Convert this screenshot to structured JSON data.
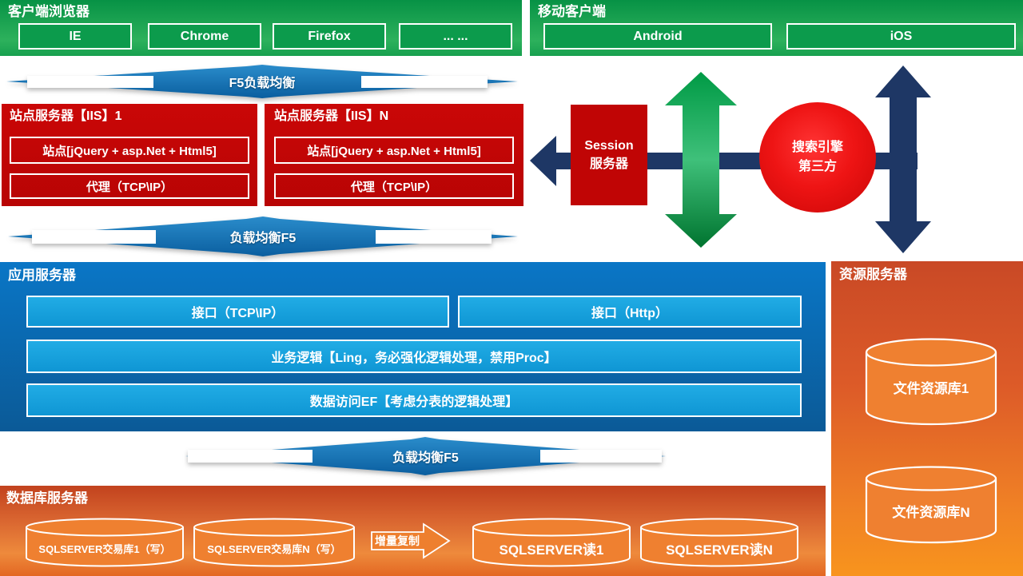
{
  "colors": {
    "green_panel": "#0c9b4c",
    "red_box": "#c00505",
    "blue_lb_arrow": "#1273b8",
    "navy_arrow": "#1e3765",
    "green_arrow": "#2fb66d",
    "app_panel_blue": "#0a6cb8",
    "inner_blue_box": "#16a4e0",
    "orange_panel": "#e8762d",
    "orange_cylinder": "#ef8030",
    "search_circle_red": "#e61010"
  },
  "client_panel": {
    "title": "客户端浏览器",
    "buttons": [
      {
        "label": "IE"
      },
      {
        "label": "Chrome"
      },
      {
        "label": "Firefox"
      },
      {
        "label": "... ..."
      }
    ]
  },
  "mobile_panel": {
    "title": "移动客户端",
    "buttons": [
      {
        "label": "Android"
      },
      {
        "label": "iOS"
      }
    ]
  },
  "lb_top": {
    "label": "F5负载均衡"
  },
  "site_servers": [
    {
      "title": "站点服务器【IIS】1",
      "site": "站点[jQuery + asp.Net + Html5]",
      "proxy": "代理（TCP\\IP）"
    },
    {
      "title": "站点服务器【IIS】N",
      "site": "站点[jQuery + asp.Net + Html5]",
      "proxy": "代理（TCP\\IP）"
    }
  ],
  "session_server": {
    "line1": "Session",
    "line2": "服务器"
  },
  "search_engine": {
    "line1": "搜索引擎",
    "line2": "第三方"
  },
  "lb_mid": {
    "label": "负载均衡F5"
  },
  "app_panel": {
    "title": "应用服务器",
    "interface_tcp": "接口（TCP\\IP）",
    "interface_http": "接口（Http）",
    "logic": "业务逻辑【Ling，务必强化逻辑处理，禁用Proc】",
    "data_access": "数据访问EF【考虑分表的逻辑处理】"
  },
  "resource_panel": {
    "title": "资源服务器",
    "stores": [
      {
        "label": "文件资源库1"
      },
      {
        "label": "文件资源库N"
      }
    ]
  },
  "lb_bottom": {
    "label": "负载均衡F5"
  },
  "db_panel": {
    "title": "数据库服务器",
    "write_dbs": [
      {
        "label": "SQLSERVER交易库1（写）"
      },
      {
        "label": "SQLSERVER交易库N（写）"
      }
    ],
    "replicate_label": "增量复制",
    "read_dbs": [
      {
        "label": "SQLSERVER读1"
      },
      {
        "label": "SQLSERVER读N"
      }
    ]
  }
}
